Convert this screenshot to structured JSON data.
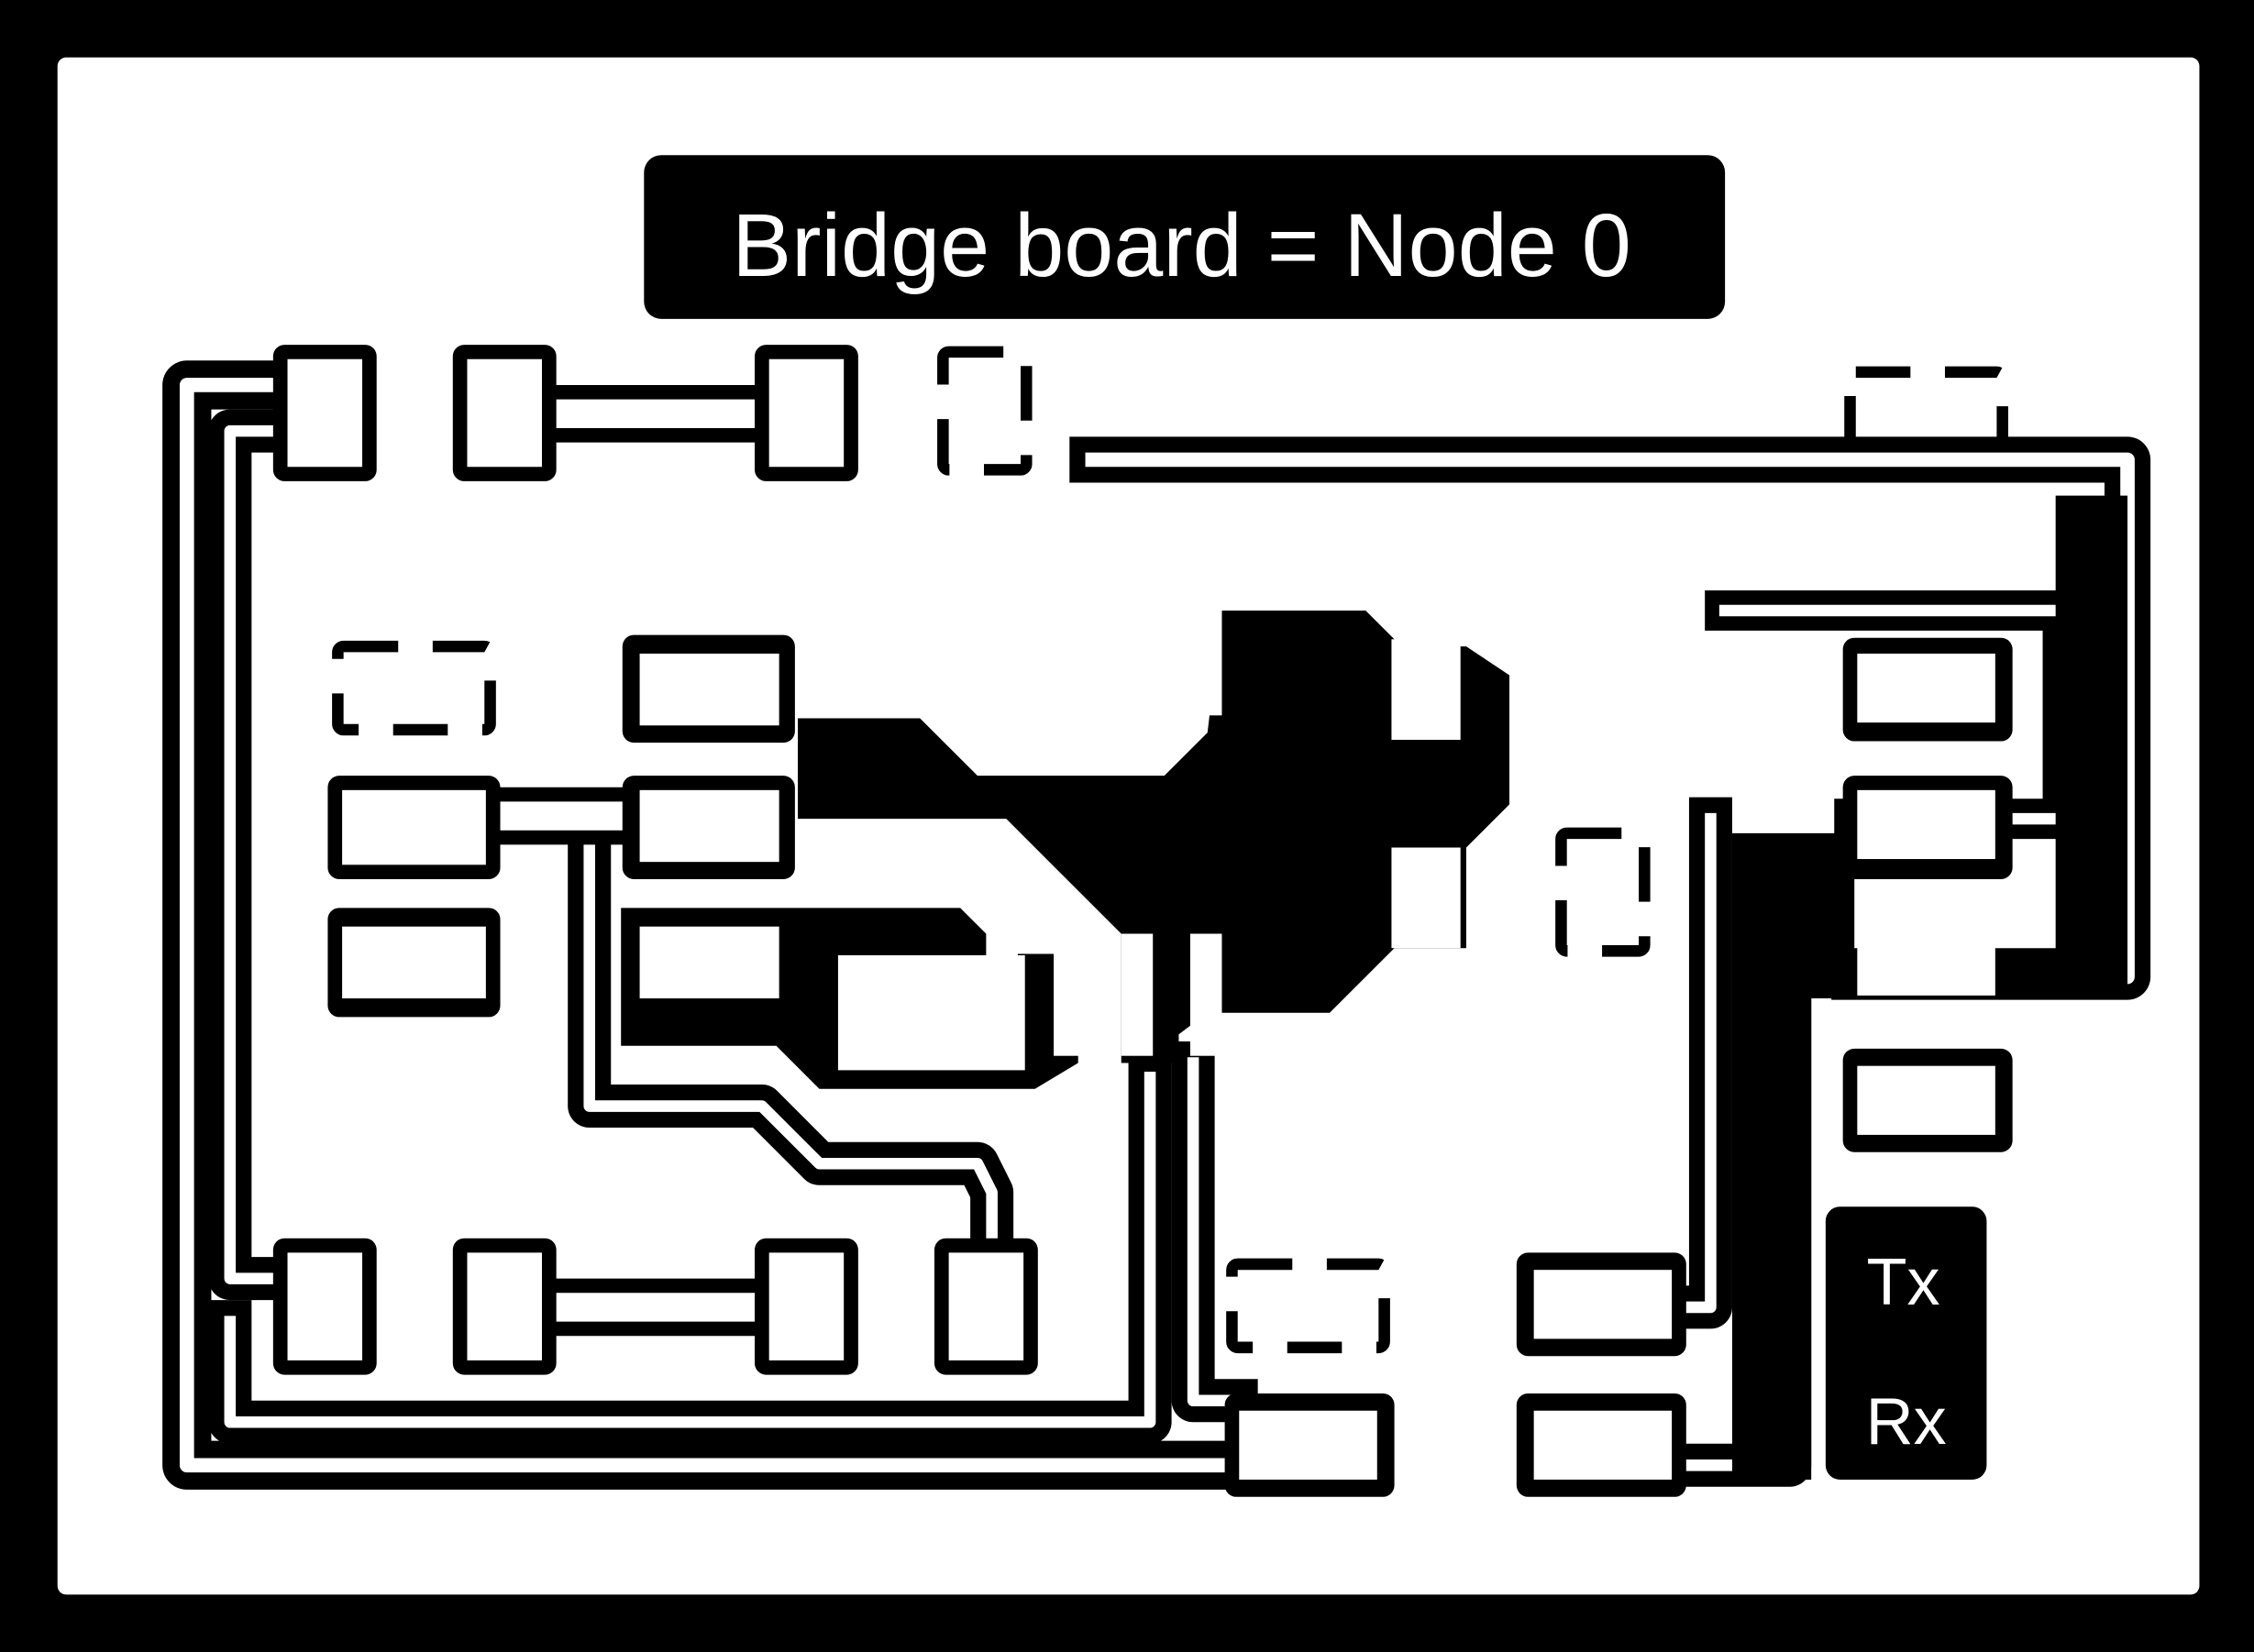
{
  "title": "Bridge board = Node 0",
  "labels": {
    "tx": "Tx",
    "rx": "Rx"
  },
  "colors": {
    "background": "#000000",
    "board": "#ffffff",
    "copper": "#000000",
    "trace_isolation": "#ffffff"
  }
}
